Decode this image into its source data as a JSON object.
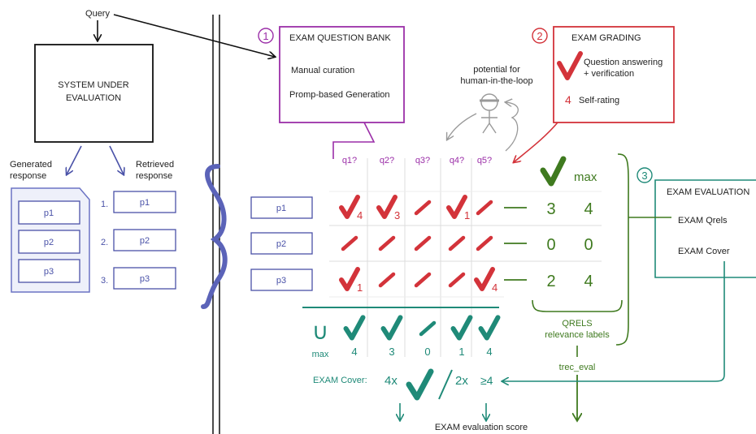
{
  "query": "Query",
  "system": {
    "line1": "SYSTEM UNDER",
    "line2": "EVALUATION"
  },
  "generated": {
    "line1": "Generated",
    "line2": "response",
    "passages": [
      "p1",
      "p2",
      "p3"
    ]
  },
  "retrieved": {
    "line1": "Retrieved",
    "line2": "response",
    "numbers": [
      "1.",
      "2.",
      "3."
    ],
    "passages": [
      "p1",
      "p2",
      "p3"
    ]
  },
  "question_bank": {
    "number": "1",
    "title": "EXAM QUESTION BANK",
    "item1": "Manual curation",
    "item2": "Promp-based Generation"
  },
  "human": {
    "line1": "potential for",
    "line2": "human-in-the-loop"
  },
  "grading": {
    "number": "2",
    "title": "EXAM GRADING",
    "item1_line1": "Question answering",
    "item1_line2": "+ verification",
    "item2_digit": "4",
    "item2": "Self-rating"
  },
  "evaluation": {
    "number": "3",
    "title": "EXAM EVALUATION",
    "item1": "EXAM Qrels",
    "item2": "EXAM Cover"
  },
  "grid": {
    "questions": [
      "q1?",
      "q2?",
      "q3?",
      "q4?",
      "q5?"
    ],
    "rows": [
      {
        "label": "p1",
        "marks": [
          "check",
          "check",
          "slash",
          "check",
          "slash"
        ],
        "ratings": [
          "4",
          "3",
          "",
          "1",
          ""
        ],
        "count": "3",
        "max": "4"
      },
      {
        "label": "p2",
        "marks": [
          "slash",
          "slash",
          "slash",
          "slash",
          "slash"
        ],
        "ratings": [
          "",
          "",
          "",
          "",
          ""
        ],
        "count": "0",
        "max": "0"
      },
      {
        "label": "p3",
        "marks": [
          "check",
          "slash",
          "slash",
          "slash",
          "check"
        ],
        "ratings": [
          "1",
          "",
          "",
          "",
          "4"
        ],
        "count": "2",
        "max": "4"
      }
    ],
    "max_header": "max",
    "union_symbol": "∪",
    "union_max_label": "max",
    "union_marks": [
      "check",
      "check",
      "slash",
      "check",
      "check"
    ],
    "union_max": [
      "4",
      "3",
      "0",
      "1",
      "4"
    ]
  },
  "qrels": {
    "line1": "QRELS",
    "line2": "relevance labels"
  },
  "trec_eval": "trec_eval",
  "exam_cover": {
    "label": "EXAM Cover:",
    "count1": "4x",
    "count2": "2x",
    "threshold": "≥4"
  },
  "final": "EXAM evaluation score",
  "colors": {
    "blue": "#4a52a8",
    "purple": "#9b2fa8",
    "red": "#d3333a",
    "green": "#3f7a1f",
    "teal": "#1f8a78",
    "black": "#111111"
  }
}
